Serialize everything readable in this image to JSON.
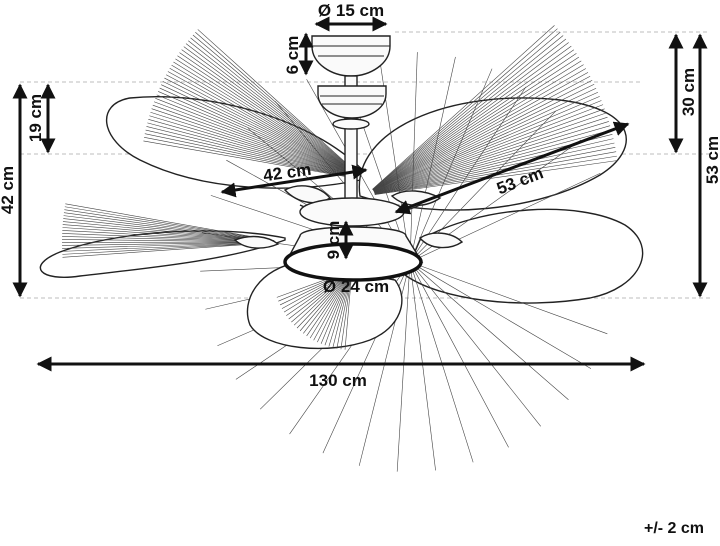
{
  "diagram": {
    "dimensions": {
      "canopy_diameter": "Ø 15 cm",
      "canopy_height": "6 cm",
      "blade_drop": "19 cm",
      "fan_height": "42 cm",
      "light_diameter": "Ø 24 cm",
      "light_height": "9 cm",
      "short_blade": "42 cm",
      "long_blade": "53 cm",
      "rod_drop": "30 cm",
      "total_height": "53 cm",
      "total_width": "130 cm"
    },
    "tolerance": "+/- 2 cm"
  },
  "colors": {
    "ink": "#111111",
    "guide": "#bcbcbc",
    "paper": "#ffffff"
  }
}
